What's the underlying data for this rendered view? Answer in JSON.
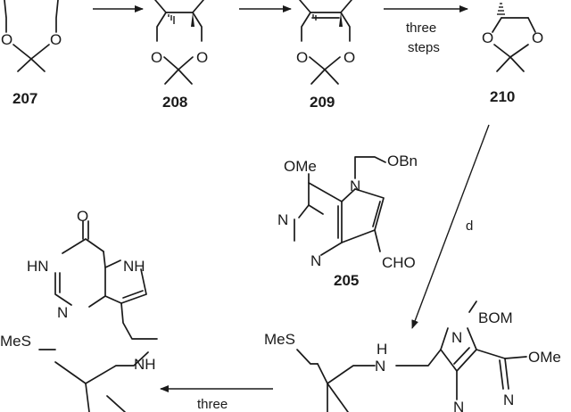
{
  "compounds": {
    "c207": "207",
    "c208": "208",
    "c209": "209",
    "c210": "210",
    "c205": "205"
  },
  "conditions": {
    "three_steps_line1": "three",
    "three_steps_line2": "steps",
    "d": "d",
    "three_bottom": "three"
  },
  "atoms": {
    "O": "O",
    "OMe": "OMe",
    "OBn": "OBn",
    "N": "N",
    "NH": "NH",
    "HN": "HN",
    "H": "H",
    "CHO": "CHO",
    "BOM": "BOM",
    "MeS": "MeS"
  }
}
